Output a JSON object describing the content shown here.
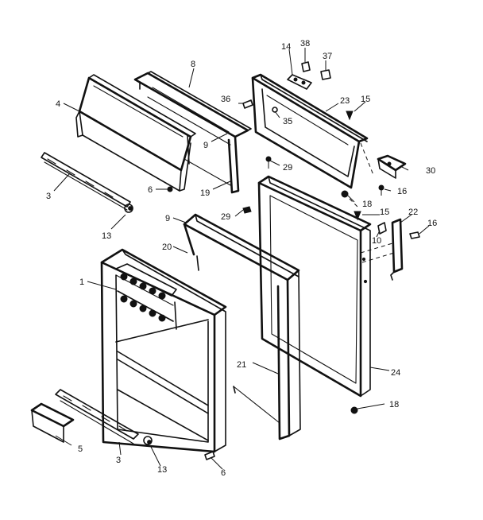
{
  "labels": [
    "1",
    "3",
    "3",
    "4",
    "5",
    "6",
    "6",
    "8",
    "9",
    "9",
    "10",
    "13",
    "13",
    "14",
    "15",
    "15",
    "16",
    "16",
    "18",
    "18",
    "19",
    "20",
    "21",
    "22",
    "23",
    "24",
    "29",
    "29",
    "30",
    "35",
    "36",
    "37",
    "38"
  ]
}
